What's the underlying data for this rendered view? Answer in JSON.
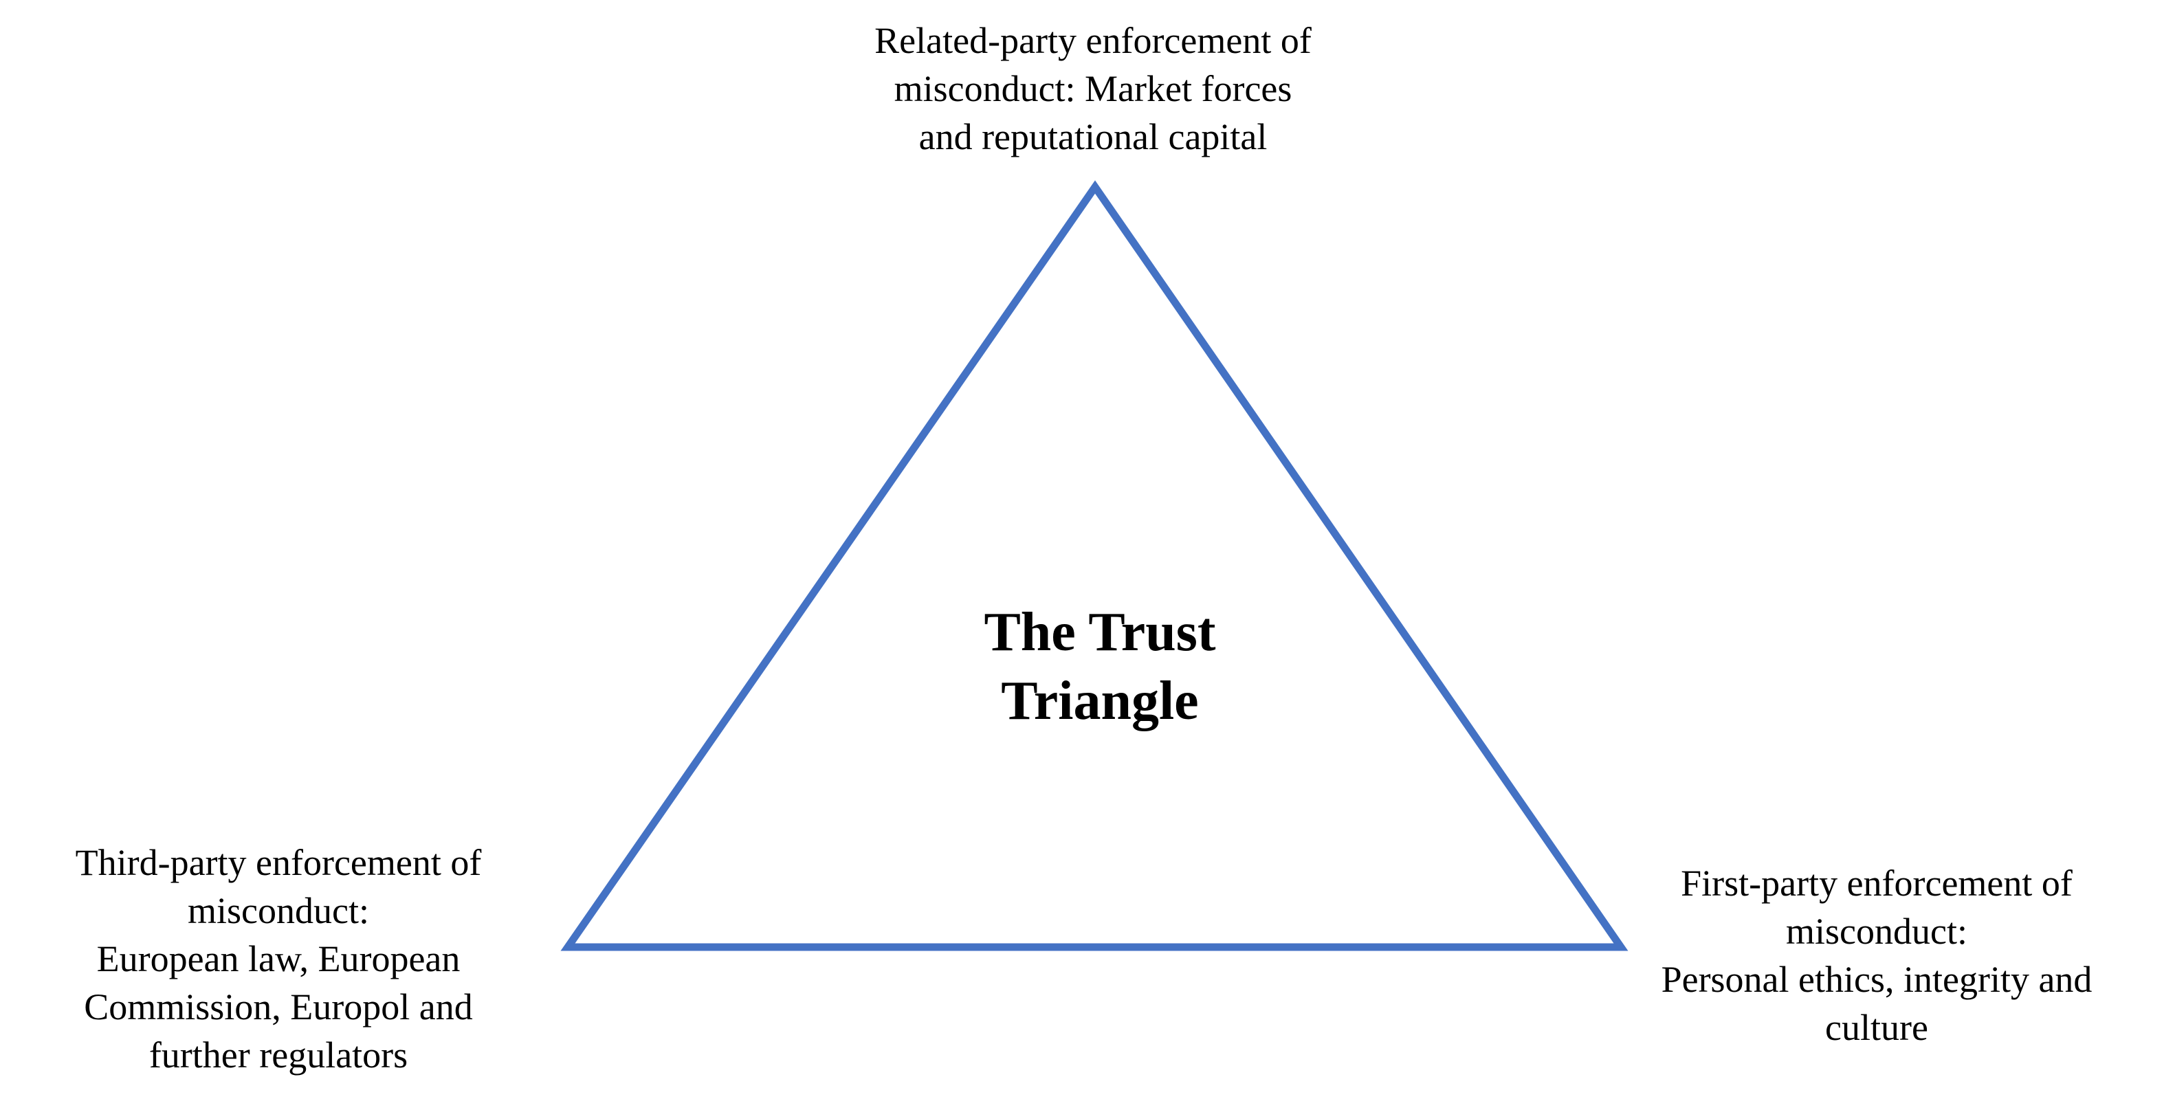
{
  "title": [
    "The Trust",
    "Triangle"
  ],
  "colors": {
    "triangle_stroke": "#4472C4",
    "text": "#000000",
    "background": "#FFFFFF"
  },
  "vertices": {
    "top": {
      "lines": [
        "Related-party enforcement of",
        "misconduct: Market forces",
        "and reputational capital"
      ]
    },
    "bottom_left": {
      "lines": [
        "Third-party enforcement of",
        "misconduct:",
        "European law, European",
        "Commission, Europol and",
        "further regulators"
      ]
    },
    "bottom_right": {
      "lines": [
        "First-party enforcement of",
        "misconduct:",
        "Personal ethics, integrity and",
        "culture"
      ]
    }
  }
}
